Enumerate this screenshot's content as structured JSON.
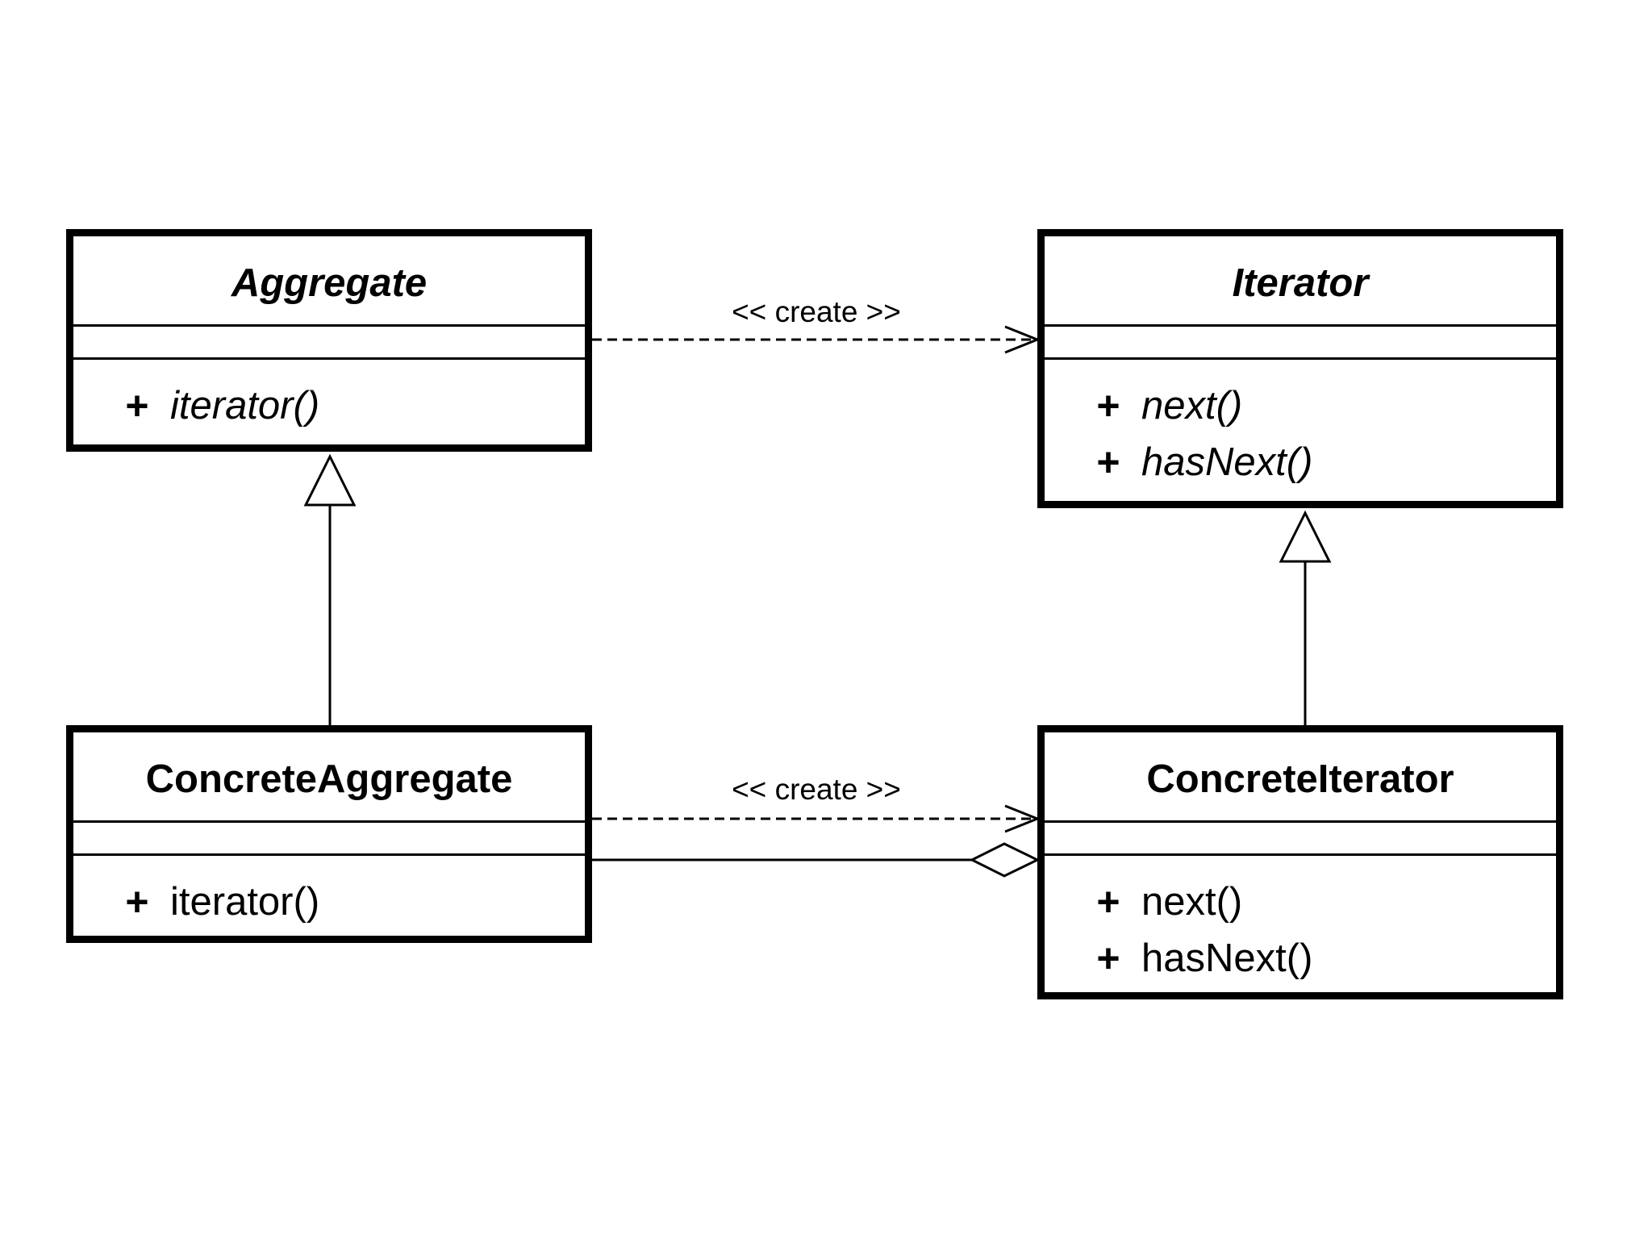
{
  "diagram": {
    "classes": {
      "aggregate": {
        "name": "Aggregate",
        "abstract": true,
        "operations": [
          {
            "visibility": "+",
            "name": "iterator()",
            "abstract": true
          }
        ]
      },
      "iterator": {
        "name": "Iterator",
        "abstract": true,
        "operations": [
          {
            "visibility": "+",
            "name": "next()",
            "abstract": true
          },
          {
            "visibility": "+",
            "name": "hasNext()",
            "abstract": true
          }
        ]
      },
      "concrete_aggregate": {
        "name": "ConcreteAggregate",
        "abstract": false,
        "operations": [
          {
            "visibility": "+",
            "name": "iterator()",
            "abstract": false
          }
        ]
      },
      "concrete_iterator": {
        "name": "ConcreteIterator",
        "abstract": false,
        "operations": [
          {
            "visibility": "+",
            "name": "next()",
            "abstract": false
          },
          {
            "visibility": "+",
            "name": "hasNext()",
            "abstract": false
          }
        ]
      }
    },
    "relationships": {
      "top_create_label": "<< create >>",
      "bottom_create_label": "<< create >>"
    },
    "colors": {
      "line": "#000000",
      "background": "#ffffff"
    }
  }
}
